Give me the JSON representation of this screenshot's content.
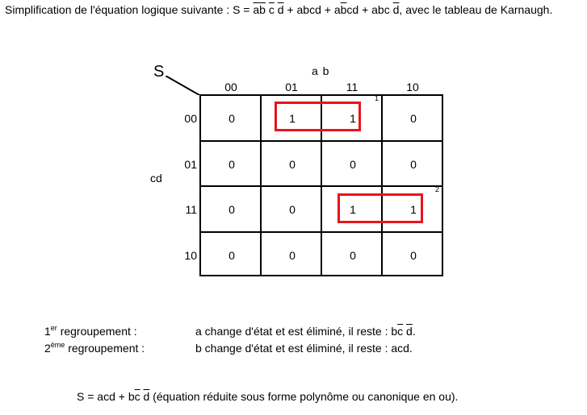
{
  "intro": {
    "before": "Simplification de l'équation logique suivante : S = ",
    "term1_a": "a",
    "term1_bar": "b",
    "term1_gap": " ",
    "term1_c": "c",
    "term1_gap2": " ",
    "term1_d": "d",
    "mid1": " + abcd + a",
    "term3_b": "b",
    "mid2": "cd + abc",
    "term4_gap": " ",
    "term4_d": "d",
    "after": ", avec le tableau de Karnaugh."
  },
  "kmap": {
    "output_label": "S",
    "col_var_label": "a b",
    "row_var_label": "cd",
    "columns": [
      "00",
      "01",
      "11",
      "10"
    ],
    "rows": [
      "00",
      "01",
      "11",
      "10"
    ],
    "cells": [
      [
        "0",
        "1",
        "1",
        "0"
      ],
      [
        "0",
        "0",
        "0",
        "0"
      ],
      [
        "0",
        "0",
        "1",
        "1"
      ],
      [
        "0",
        "0",
        "0",
        "0"
      ]
    ],
    "groups": [
      {
        "number": "1",
        "color": "#e8141b"
      },
      {
        "number": "2",
        "color": "#e8141b"
      }
    ]
  },
  "regroupements": [
    {
      "num": "1",
      "sup": "er",
      "label": " regroupement :",
      "text_before": "a change d'état et est éliminé, il reste : b",
      "bar1": "c",
      "gap": " ",
      "bar2": "d",
      "text_after": "."
    },
    {
      "num": "2",
      "sup": "ème",
      "label": " regroupement :",
      "text": "b change d'état et est éliminé, il reste : acd."
    }
  ],
  "final": {
    "before": "S = acd + b",
    "bar1": "c",
    "gap": " ",
    "bar2": "d",
    "after": " (équation réduite sous forme polynôme ou canonique en ou)."
  }
}
